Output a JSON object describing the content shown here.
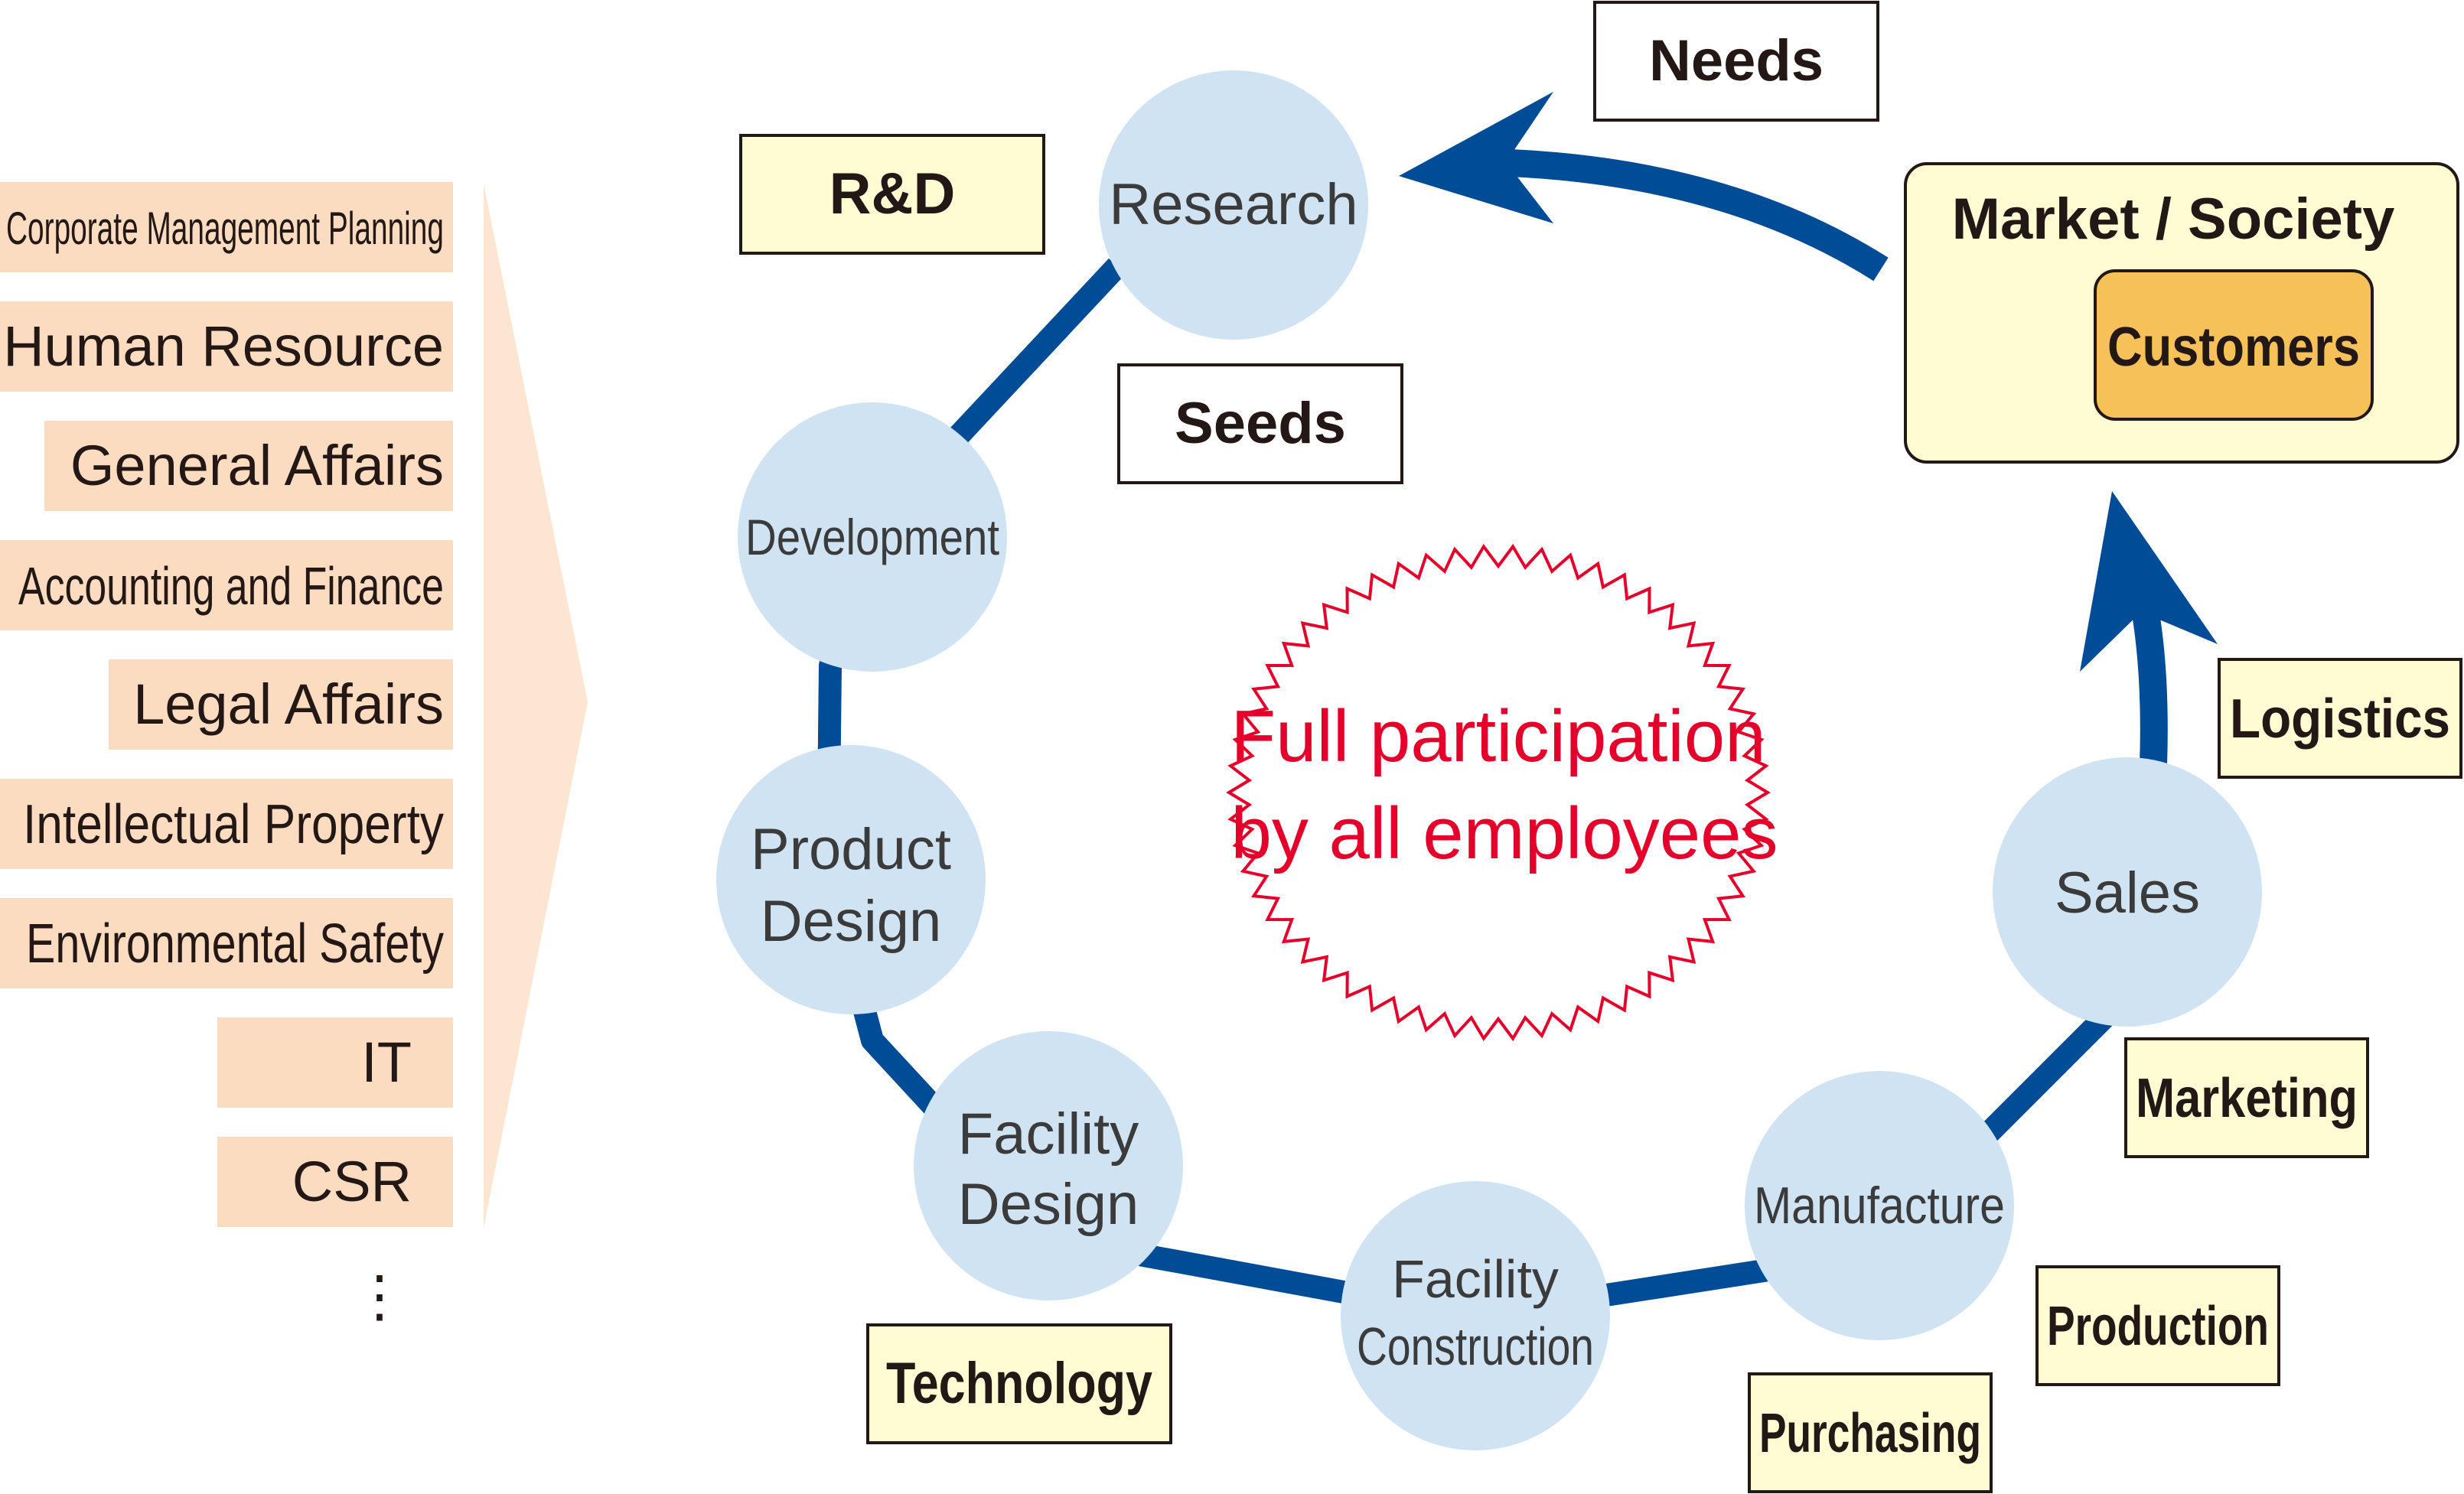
{
  "departments": [
    "Corporate Management Planning",
    "Human Resource",
    "General Affairs",
    "Accounting and Finance",
    "Legal Affairs",
    "Intellectual Property",
    "Environmental Safety",
    "IT",
    "CSR"
  ],
  "departments_more": "⋮",
  "nodes": {
    "research": "Research",
    "development": "Development",
    "product_design_1": "Product",
    "product_design_2": "Design",
    "facility_design_1": "Facility",
    "facility_design_2": "Design",
    "facility_construction_1": "Facility",
    "facility_construction_2": "Construction",
    "manufacture": "Manufacture",
    "sales": "Sales"
  },
  "tags": {
    "needs": "Needs",
    "rnd": "R&D",
    "seeds": "Seeds",
    "logistics": "Logistics",
    "marketing": "Marketing",
    "production": "Production",
    "purchasing": "Purchasing",
    "technology": "Technology"
  },
  "market": {
    "title": "Market / Society",
    "customers": "Customers"
  },
  "center": {
    "line1": "Full participation",
    "line2": "by all employees"
  },
  "colors": {
    "department_fill": "#fbdcc1",
    "node_fill": "#cfe3f3",
    "arrow": "#004c97",
    "tag_fill": "#fffbd2",
    "customers_fill": "#f7c159",
    "center_red": "#e5002b"
  }
}
